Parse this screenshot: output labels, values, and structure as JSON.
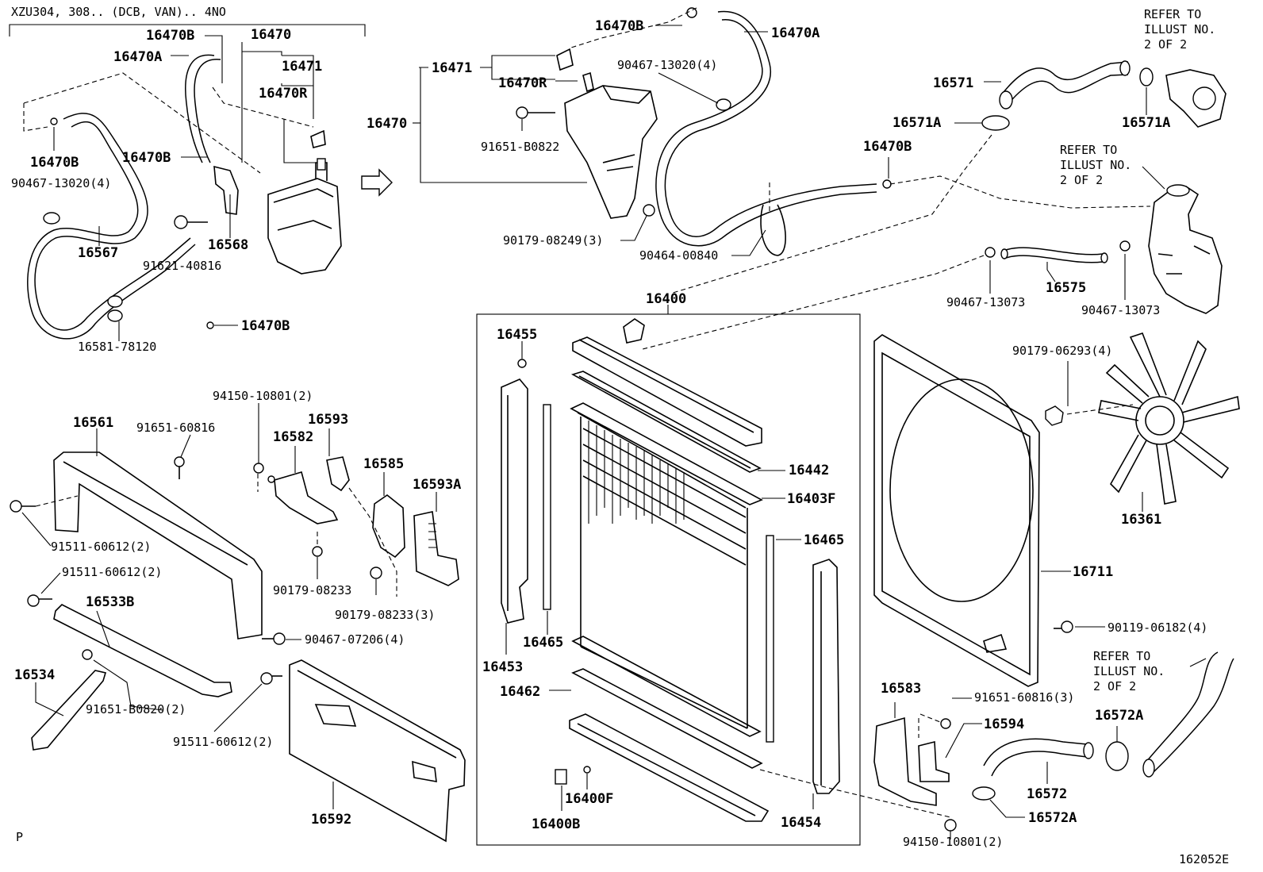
{
  "header": {
    "model": "XZU304, 308.. (DCB, VAN).. 4NO",
    "footer_left": "P",
    "diagram_code": "162052E"
  },
  "refer_notes": {
    "top_right": [
      "REFER TO",
      "ILLUST NO.",
      "2 OF 2"
    ],
    "mid_right": [
      "REFER TO",
      "ILLUST NO.",
      "2 OF 2"
    ],
    "bottom_right": [
      "REFER TO",
      "ILLUST NO.",
      "2 OF 2"
    ]
  },
  "labels": {
    "l_16470B_a": "16470B",
    "l_16470_a": "16470",
    "l_16470A_a": "16470A",
    "l_16471_a": "16471",
    "l_16470R_a": "16470R",
    "l_16470B_b": "16470B",
    "l_90467_13020_a": "90467-13020(4)",
    "l_16470B_c": "16470B",
    "l_16567": "16567",
    "l_91621_40816": "91621-40816",
    "l_16568": "16568",
    "l_16470B_d": "16470B",
    "l_16581_78120": "16581-78120",
    "l_16470B_e": "16470B",
    "l_16470A_b": "16470A",
    "l_16471_b": "16471",
    "l_16470R_b": "16470R",
    "l_16470_b": "16470",
    "l_90467_13020_b": "90467-13020(4)",
    "l_91651_B0822": "91651-B0822",
    "l_90179_08249": "90179-08249(3)",
    "l_90464_00840": "90464-00840",
    "l_16470B_f": "16470B",
    "l_16571": "16571",
    "l_16571A_a": "16571A",
    "l_16571A_b": "16571A",
    "l_16575": "16575",
    "l_90467_13073_a": "90467-13073",
    "l_90467_13073_b": "90467-13073",
    "l_16400": "16400",
    "l_16455": "16455",
    "l_16442": "16442",
    "l_16403F": "16403F",
    "l_16465_a": "16465",
    "l_16465_b": "16465",
    "l_16453": "16453",
    "l_16462": "16462",
    "l_16400F": "16400F",
    "l_16400B": "16400B",
    "l_16454": "16454",
    "l_90179_06293": "90179-06293(4)",
    "l_16361": "16361",
    "l_16711": "16711",
    "l_90119_06182": "90119-06182(4)",
    "l_16583": "16583",
    "l_91651_60816_3": "91651-60816(3)",
    "l_16594": "16594",
    "l_16572": "16572",
    "l_16572A_a": "16572A",
    "l_16572A_b": "16572A",
    "l_94150_10801_b": "94150-10801(2)",
    "l_16561": "16561",
    "l_91651_60816": "91651-60816",
    "l_94150_10801_a": "94150-10801(2)",
    "l_16593": "16593",
    "l_16582": "16582",
    "l_16585": "16585",
    "l_16593A": "16593A",
    "l_91511_60612_a": "91511-60612(2)",
    "l_90179_08233_a": "90179-08233",
    "l_90179_08233_b": "90179-08233(3)",
    "l_91511_60612_b": "91511-60612(2)",
    "l_16533B": "16533B",
    "l_90467_07206": "90467-07206(4)",
    "l_16534": "16534",
    "l_91651_B0820": "91651-B0820(2)",
    "l_91511_60612_c": "91511-60612(2)",
    "l_16592": "16592"
  }
}
